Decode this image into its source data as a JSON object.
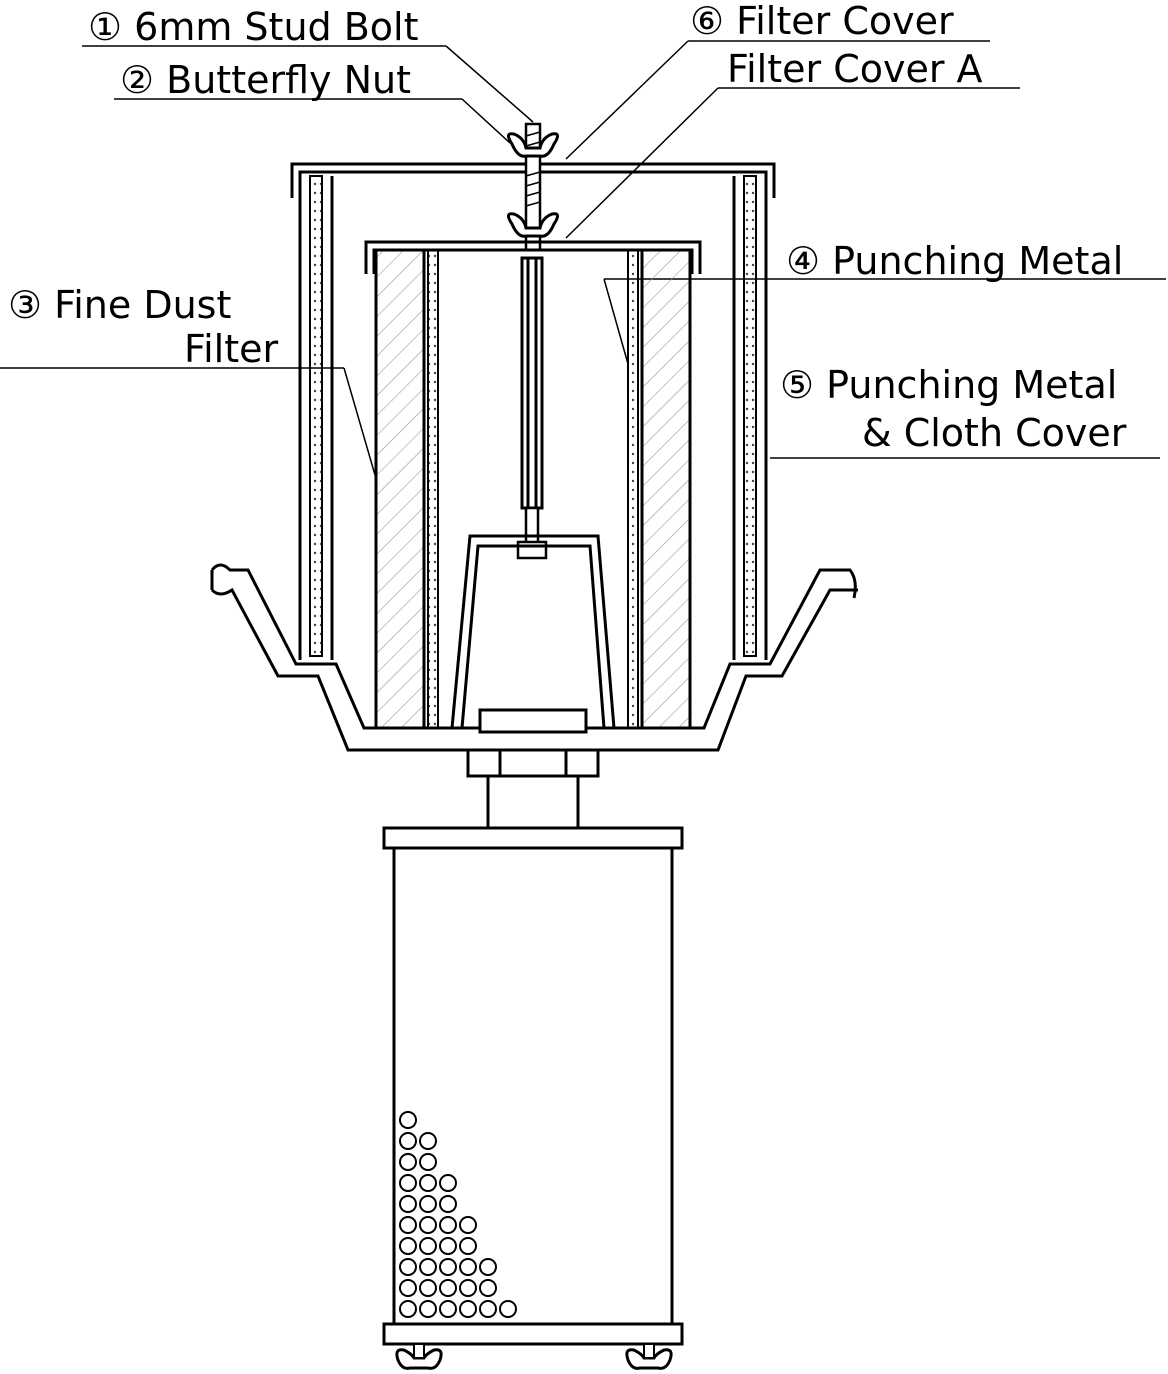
{
  "diagram": {
    "labels": {
      "stud_bolt": "① 6mm Stud Bolt",
      "butterfly_nut": "② Butterfly Nut",
      "filter_cover": "⑥ Filter Cover",
      "filter_cover_a": "Filter Cover A",
      "punching_metal": "④ Punching Metal",
      "fine_dust_filter_1": "③ Fine Dust",
      "fine_dust_filter_2": "Filter",
      "punching_metal_cloth_1": "⑤ Punching Metal",
      "punching_metal_cloth_2": "& Cloth Cover"
    }
  }
}
